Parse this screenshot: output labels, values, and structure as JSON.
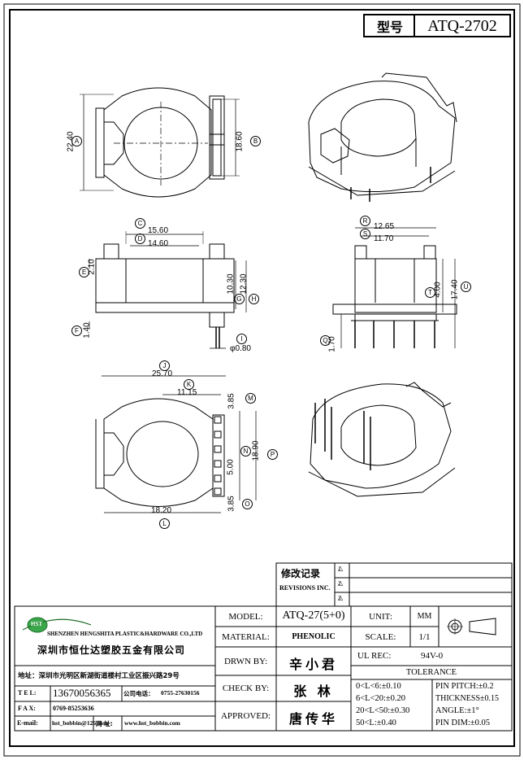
{
  "title_block": {
    "type_label": "型号",
    "model_number": "ATQ-2702"
  },
  "dims": {
    "a": "22.40",
    "b": "18.60",
    "c": "15.60",
    "d": "14.60",
    "e": "2.10",
    "f": "1.40",
    "g": "10.30",
    "h": "12.30",
    "i": "φ0.80",
    "j": "25.70",
    "k": "11.15",
    "l": "18.20",
    "m": "3.85",
    "n": "5.00",
    "o": "3.85",
    "p": "18.90",
    "q": "1.70",
    "r": "12.65",
    "s": "11.70",
    "t": "4.00",
    "u": "17.40"
  },
  "markers": {
    "a": "A",
    "b": "B",
    "c": "C",
    "d": "D",
    "e": "E",
    "f": "F",
    "g": "G",
    "h": "H",
    "i": "I",
    "j": "J",
    "k": "K",
    "l": "L",
    "m": "M",
    "n": "N",
    "o": "O",
    "p": "P",
    "q": "Q",
    "r": "R",
    "s": "S",
    "t": "T",
    "u": "U"
  },
  "revision": {
    "title": "修改记录",
    "subtitle": "REVISIONS INC.",
    "marks": [
      "1",
      "2",
      "3"
    ]
  },
  "company": {
    "logo_text": "HST",
    "name_en": "SHENZHEN HENGSHITA PLASTIC&HARDWARE CO.,LTD",
    "name_cn": "深圳市恒仕达塑胶五金有限公司",
    "address": "地址：深圳市光明区新湖街道楼村工业区振兴路29号",
    "tel_label": "T E L:",
    "tel": "13670056365",
    "company_phone_label": "公司电话：",
    "company_phone": "0755-27630156",
    "fax_label": "F A X:",
    "fax": "0769-85253636",
    "email_label": "E-mail:",
    "email": "hst_bobbin@126.com",
    "web_label": "网 址:",
    "web": "www.hst_bobbin.com"
  },
  "spec": {
    "model_label": "MODEL:",
    "model_value": "ATQ-27(5+0)",
    "material_label": "MATERIAL:",
    "material_value": "PHENOLIC",
    "drawn_label": "DRWN BY:",
    "drawn_value": "辛小君",
    "check_label": "CHECK BY:",
    "check_value": "张 林",
    "approved_label": "APPROVED:",
    "approved_value": "唐传华",
    "unit_label": "UNIT:",
    "unit_value": "MM",
    "scale_label": "SCALE:",
    "scale_value": "1/1",
    "ul_label": "UL REC:",
    "ul_value": "94V-0",
    "tolerance_title": "TOLERANCE",
    "tolerances": [
      "0<L<6:±0.10",
      "6<L<20:±0.20",
      "20<L<50:±0.30",
      "50<L:±0.40"
    ],
    "pin_pitch": "PIN PITCH:±0.2",
    "thickness": "THICKNESS±0.15",
    "angle": "ANGLE:±1°",
    "pin_dim": "PIN DIM:±0.05"
  }
}
